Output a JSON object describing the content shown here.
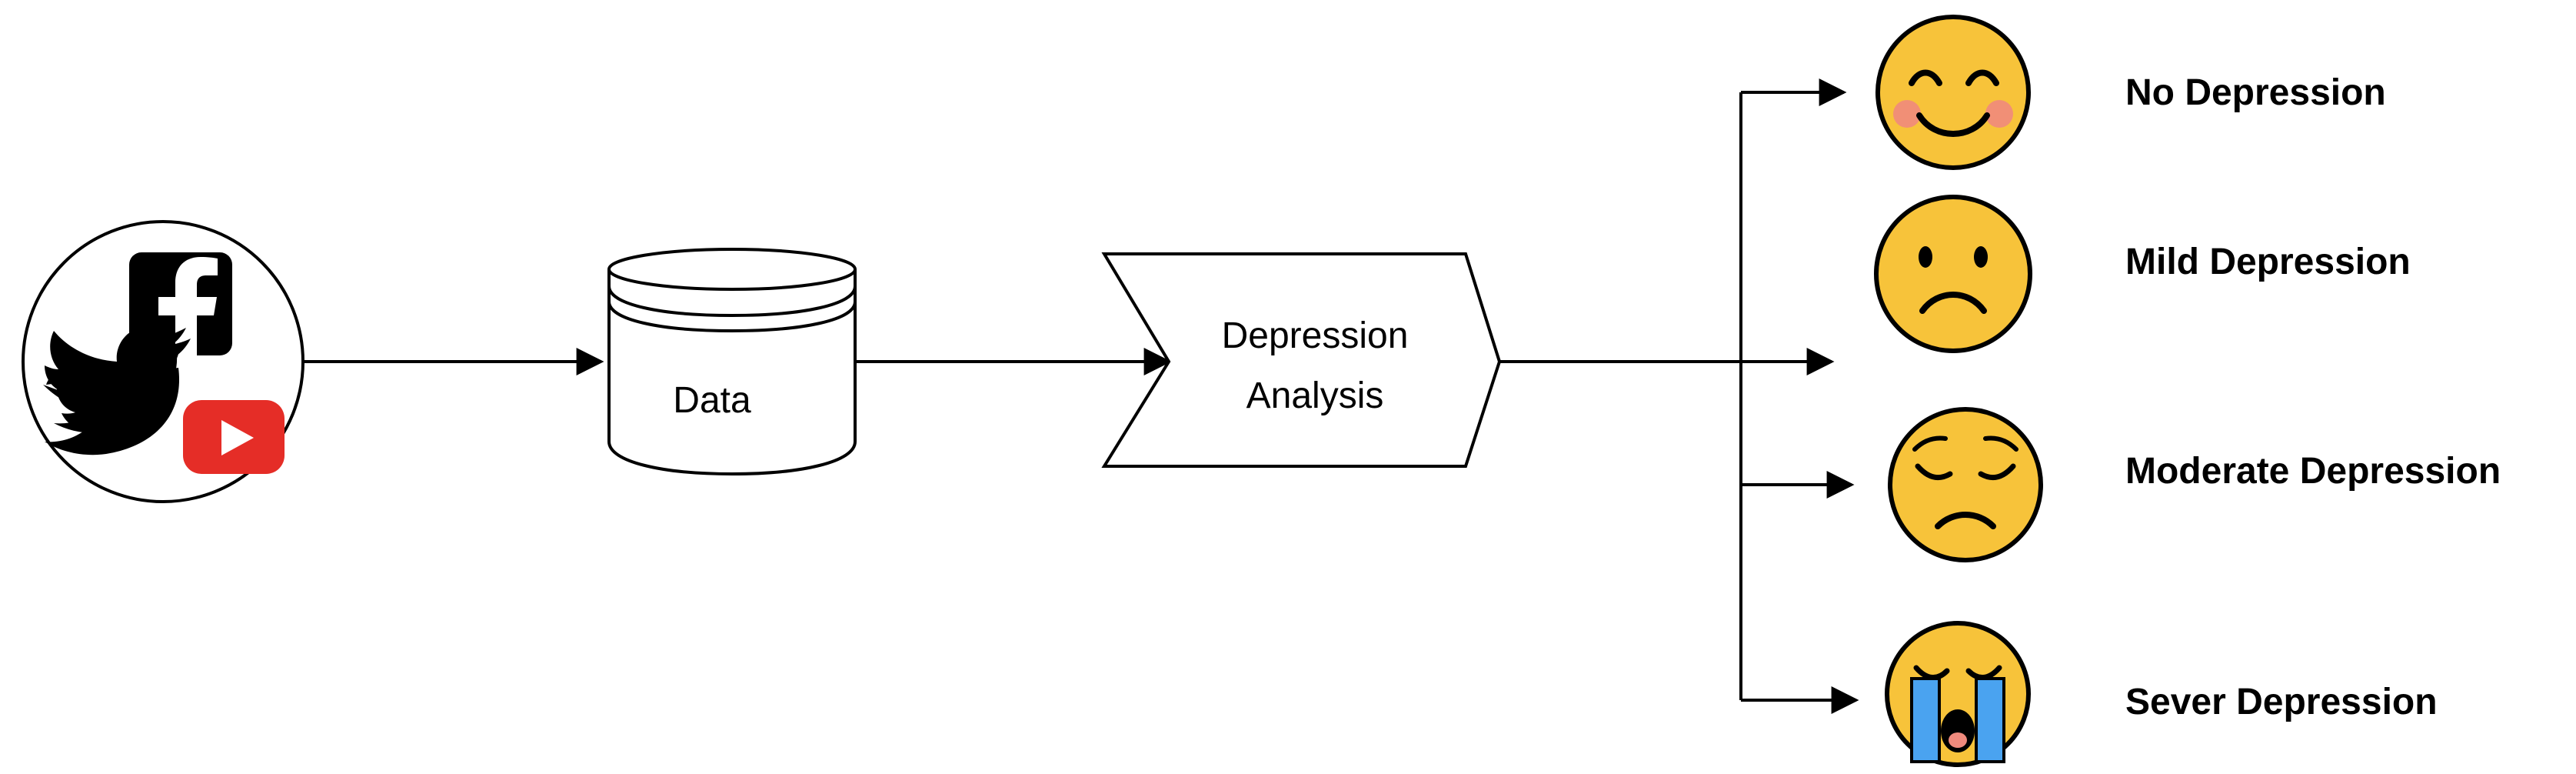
{
  "nodes": {
    "data_store": "Data",
    "analysis_line1": "Depression",
    "analysis_line2": "Analysis"
  },
  "outcomes": [
    {
      "label": "No Depression",
      "emoji": "smiling-face-icon"
    },
    {
      "label": "Mild Depression",
      "emoji": "frowning-face-icon"
    },
    {
      "label": "Moderate Depression",
      "emoji": "pensive-face-icon"
    },
    {
      "label": "Sever Depression",
      "emoji": "crying-face-icon"
    }
  ],
  "sources": [
    "facebook-icon",
    "twitter-icon",
    "youtube-icon"
  ],
  "colors": {
    "line": "#000000",
    "emoji_face": "#f7c33a",
    "emoji_outline": "#000000",
    "emoji_blush": "#f08a7d",
    "tears": "#4aa3f0",
    "youtube": "#e52d27",
    "facebook": "#000000",
    "twitter": "#000000"
  }
}
